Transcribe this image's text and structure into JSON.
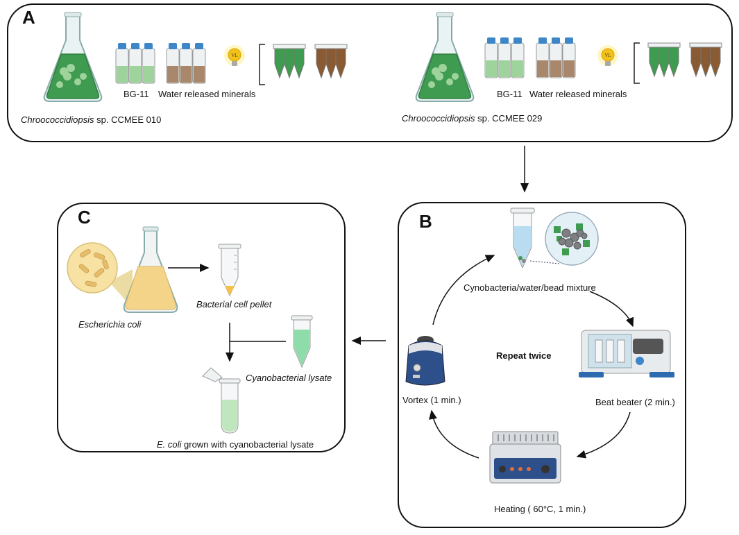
{
  "panel_a": {
    "label": "A",
    "left": {
      "species_italic": "Chroococcidiopsis",
      "species_rest": " sp. CCMEE 010",
      "medium1": "BG-11",
      "medium2": "Water released minerals",
      "light": "VL"
    },
    "right": {
      "species_italic": "Chroococcidiopsis",
      "species_rest": " sp. CCMEE 029",
      "medium1": "BG-11",
      "medium2": "Water released minerals",
      "light": "VL"
    }
  },
  "panel_b": {
    "label": "B",
    "mixture": "Cynobacteria/water/bead mixture",
    "center": "Repeat twice",
    "beat": "Beat beater (2 min.)",
    "heating": "Heating ( 60°C, 1 min.)",
    "vortex": "Vortex (1 min.)"
  },
  "panel_c": {
    "label": "C",
    "ecoli": "Escherichia coli",
    "pellet": "Bacterial cell pellet",
    "lysate": "Cyanobacterial lysate",
    "grown_italic": "E. coli",
    "grown_rest": " grown with cyanobacterial lysate"
  },
  "colors": {
    "green_culture": "#3f9b4f",
    "brown_culture": "#8a5a32",
    "light_green": "#bfe6bd",
    "yellow_culture": "#f3d489",
    "device_blue": "#2d4f8a"
  }
}
